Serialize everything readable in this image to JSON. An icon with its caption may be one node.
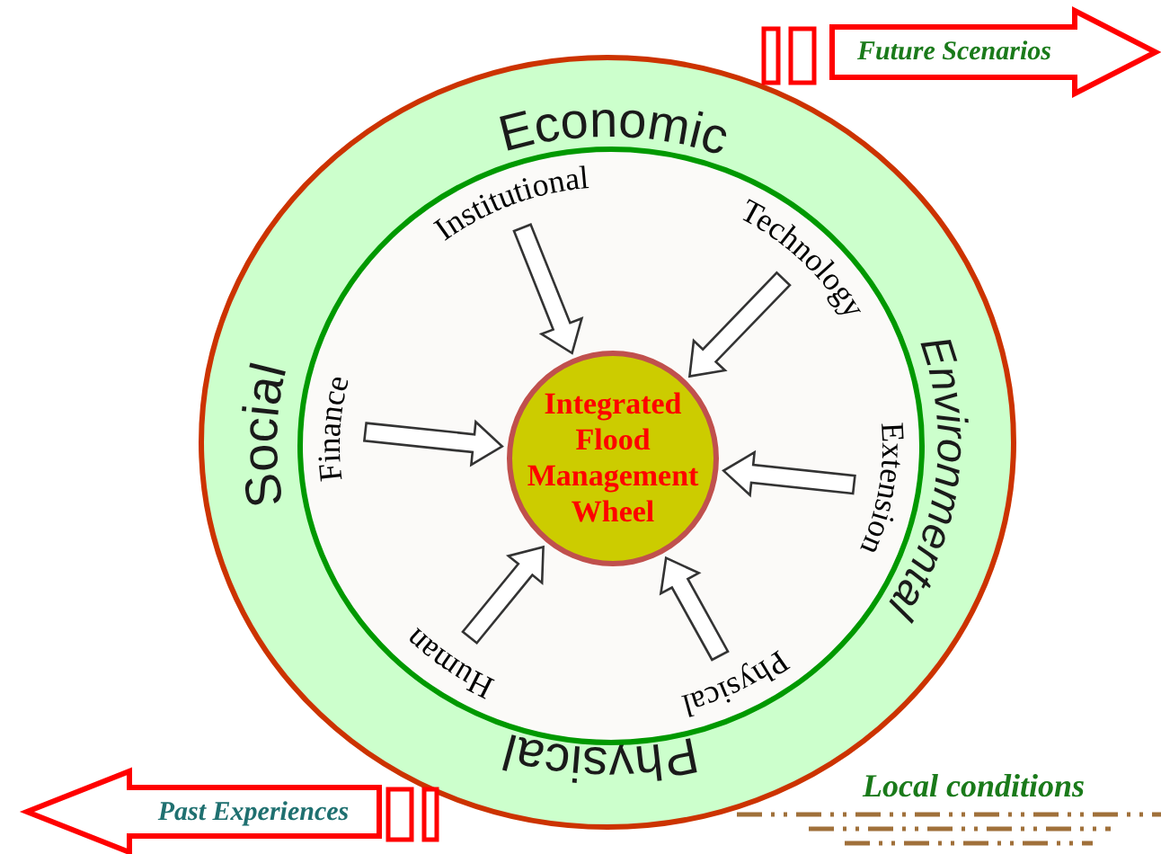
{
  "diagram": {
    "nodes": [
      {
        "text": [
          "Economic",
          "Social",
          "Environmental",
          "Physical"
        ]
      },
      {
        "text": [],
        "shape": "circle",
        "in": 0
      },
      {
        "text": [
          "Institutional"
        ],
        "in": 1
      },
      {
        "text": [
          "Technology"
        ],
        "in": 1
      },
      {
        "text": [
          "Finance"
        ],
        "in": 1
      },
      {
        "text": [
          "Extension"
        ],
        "in": 1
      },
      {
        "text": [
          "Human"
        ],
        "in": 1
      },
      {
        "text": [
          "Physical"
        ],
        "in": 1
      },
      {
        "text": [
          "Integrated Flood Management Wheel"
        ],
        "in": 1
      },
      {
        "text": [
          "Future Scenarios"
        ]
      },
      {
        "text": [
          "Past Experiences"
        ]
      }
    ],
    "edges": [
      {
        "from": 2,
        "to": 8,
        "arrow": "to"
      },
      {
        "from": 3,
        "to": 8,
        "arrow": "to"
      },
      {
        "from": 4,
        "to": 8,
        "arrow": "to"
      },
      {
        "from": 5,
        "to": 8,
        "arrow": "to"
      },
      {
        "from": 6,
        "to": 8,
        "arrow": "to"
      },
      {
        "from": 7,
        "to": 8,
        "arrow": "to"
      }
    ],
    "labels": [
      "Local conditions"
    ]
  }
}
